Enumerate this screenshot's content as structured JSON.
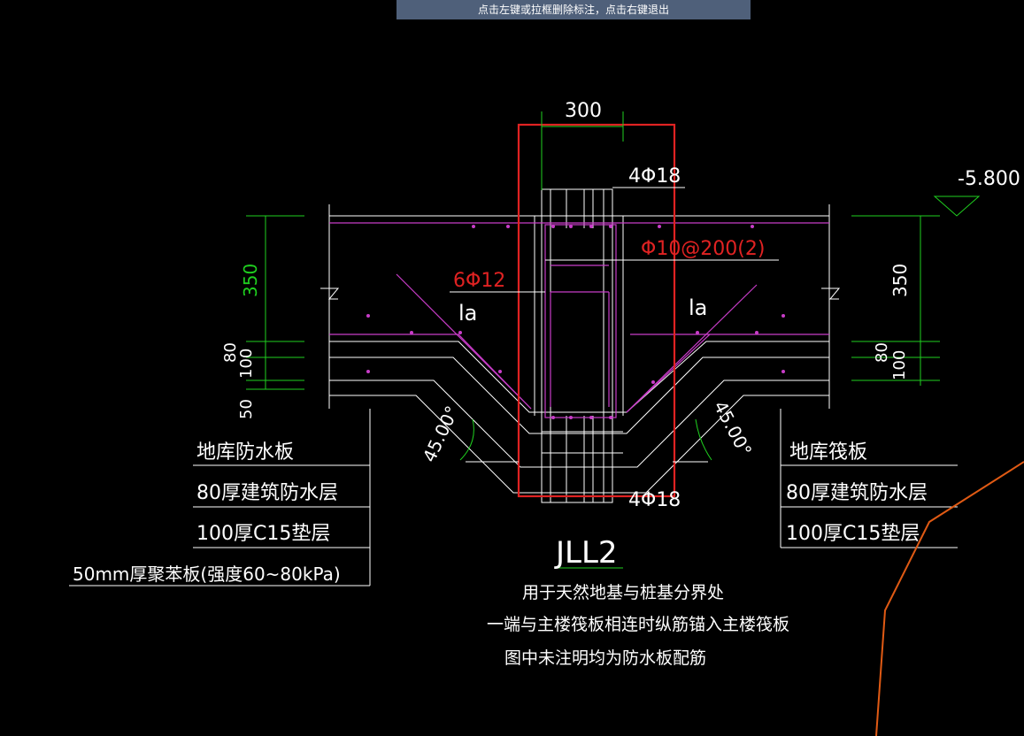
{
  "hint_bar": {
    "text": "点击左键或拉框删除标注，点击右键退出"
  },
  "drawing": {
    "dim_top": "300",
    "top_rebar": "4Φ18",
    "bottom_rebar": "4Φ18",
    "stirrup": "Φ10@200(2)",
    "side_rebar": "6Φ12",
    "anchor_left": "la",
    "anchor_right": "la",
    "elevation": "-5.800",
    "dim_left_350": "350",
    "dim_left_80": "80",
    "dim_left_100": "100",
    "dim_left_50": "50",
    "dim_right_350": "350",
    "dim_right_80": "80",
    "dim_right_100": "100",
    "angle_left": "45.00°",
    "angle_right": "45.00°",
    "left_layers": [
      "地库防水板",
      "80厚建筑防水层",
      "100厚C15垫层",
      "50mm厚聚苯板(强度60~80kPa)"
    ],
    "right_layers": [
      "地库筏板",
      "80厚建筑防水层",
      "100厚C15垫层"
    ],
    "beam_label": "JLL2",
    "notes": [
      "用于天然地基与桩基分界处",
      "一端与主楼筏板相连时纵筋锚入主楼筏板",
      "图中未注明均为防水板配筋"
    ]
  },
  "colors": {
    "background": "#000000",
    "hint_bar": "#4f607a",
    "lines": "#ffffff",
    "rebar": "#c83cc8",
    "dimension": "#1fcf1f",
    "highlight": "#e02222",
    "boundary": "#e05a14"
  }
}
